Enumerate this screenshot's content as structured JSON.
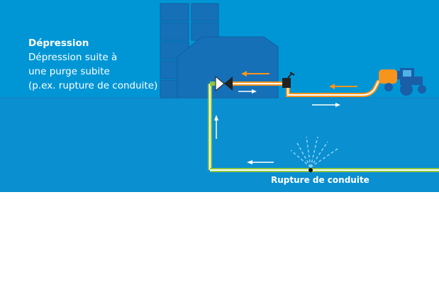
{
  "caption": {
    "title": "Dépression",
    "lines": [
      "Dépression suite à",
      "une purge subite",
      "(p.ex. rupture de conduite)"
    ]
  },
  "labels": {
    "rupture": "Rupture de conduite"
  },
  "colors": {
    "sky": "#0096d6",
    "ground": "#0a8fd0",
    "building": "#1670b8",
    "pipe_orange": "#f7941d",
    "pipe_green": "#8dc63f",
    "arrow_white": "#ffffff",
    "arrow_orange": "#f7941d",
    "tractor": "#1a5ea8",
    "tank": "#f7941d"
  },
  "icons": [
    "valve-icon",
    "hydrant-icon",
    "tractor-icon",
    "water-spray-icon",
    "building-icon"
  ]
}
